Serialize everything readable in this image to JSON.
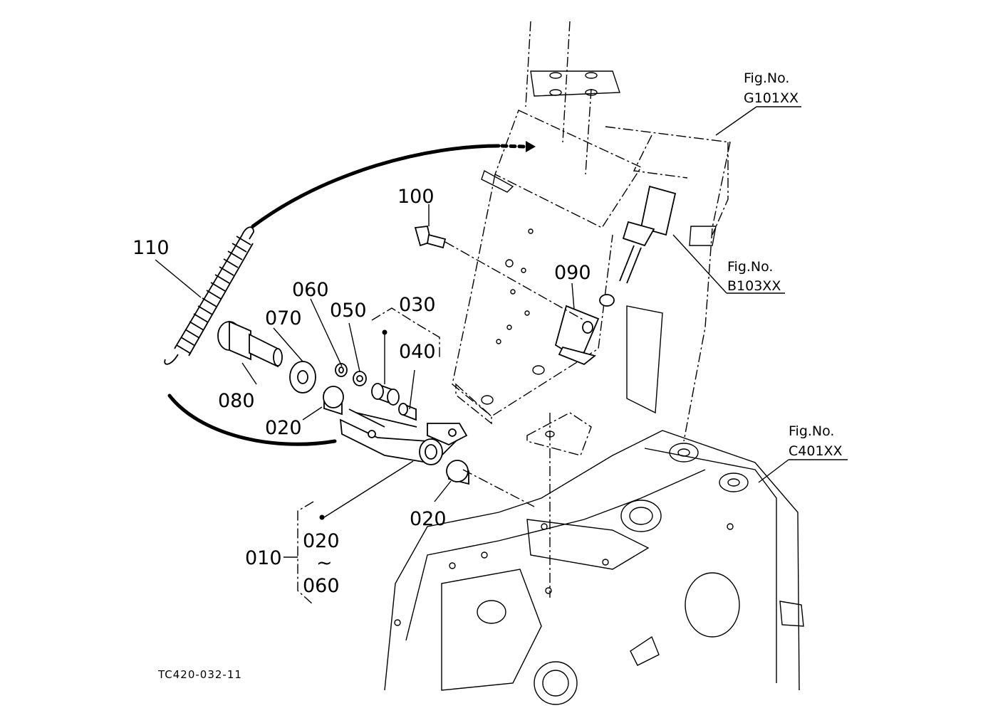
{
  "callouts": {
    "p110": "110",
    "p100": "100",
    "p090": "090",
    "p070": "070",
    "p060": "060",
    "p050": "050",
    "p030": "030",
    "p040": "040",
    "p080": "080",
    "p020a": "020",
    "p020b": "020",
    "p010": "010",
    "range_from": "020",
    "range_tilde": "~",
    "range_to": "060"
  },
  "figure_refs": {
    "g_label": "Fig.No.",
    "g_code": "G101XX",
    "b_label": "Fig.No.",
    "b_code": "B103XX",
    "c_label": "Fig.No.",
    "c_code": "C401XX"
  },
  "drawing_code": "TC420-032-11",
  "colors": {
    "ink": "#000000",
    "paper": "#ffffff"
  }
}
